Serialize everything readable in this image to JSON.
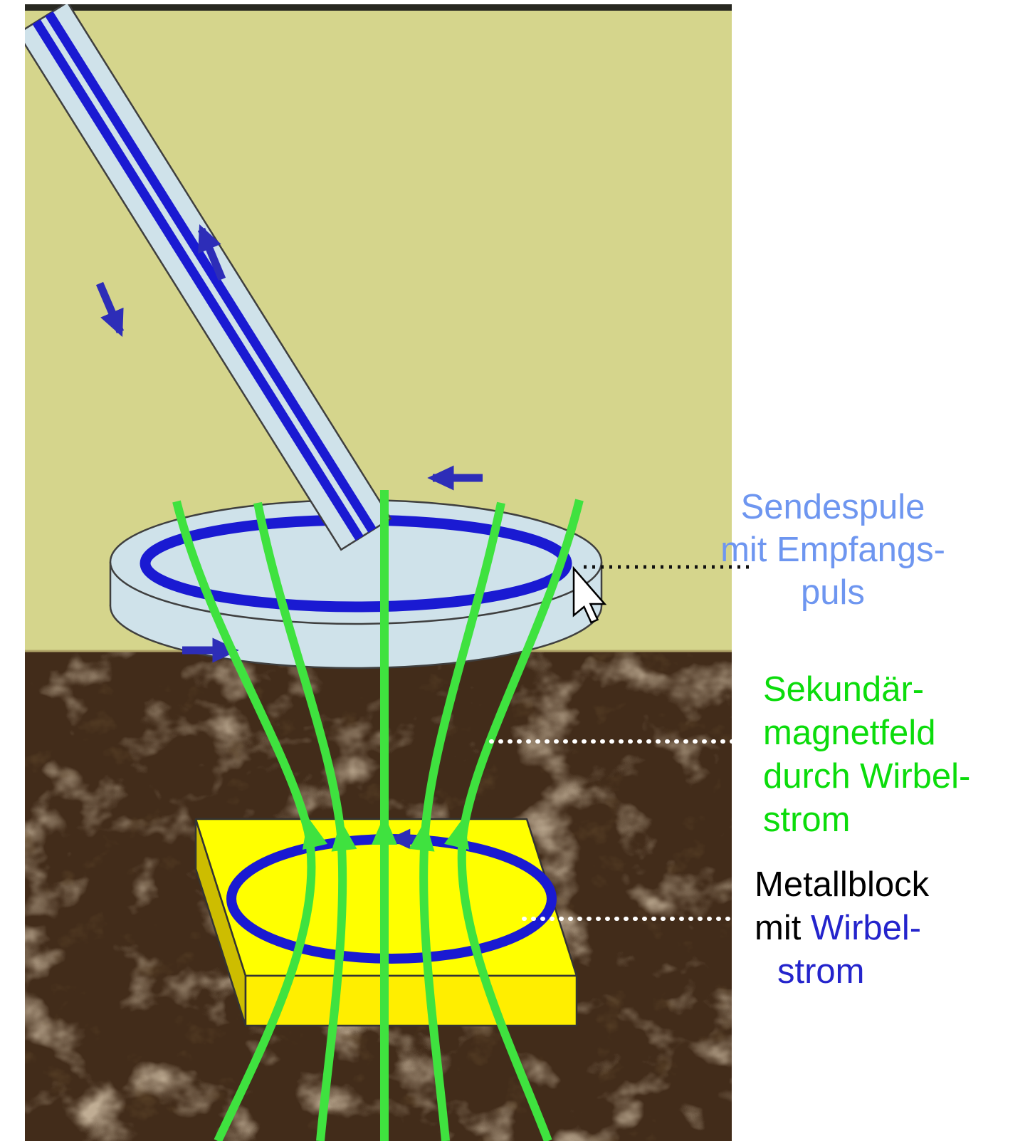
{
  "labels": {
    "sendespule": {
      "lines": [
        "Sendespule",
        "mit Empfangs-",
        "puls"
      ],
      "color": "#6e96f0"
    },
    "sekundaer": {
      "lines": [
        "Sekundär-",
        "magnetfeld",
        "durch Wirbel-",
        "strom"
      ],
      "color": "#0bdc0b"
    },
    "metallblock": {
      "line1": "Metallblock",
      "line2_black": "mit ",
      "line2_blue": "Wirbel-",
      "line3_blue": "strom",
      "black_color": "#000000",
      "blue_color": "#2424cc"
    }
  },
  "colors": {
    "sky": "#d5d58c",
    "soil_base": "#422c1a",
    "soil_marble_light": "#ab8c66",
    "coil_fill": "#cfe2ea",
    "coil_ring_blue": "#1a1ad2",
    "field_line_green": "#3fe23f",
    "arrow_blue": "#2d2db8",
    "block_yellow": "#ffff00",
    "block_side_yellow": "#cdbd00"
  },
  "icons": {
    "cursor": "mouse-cursor-icon"
  }
}
